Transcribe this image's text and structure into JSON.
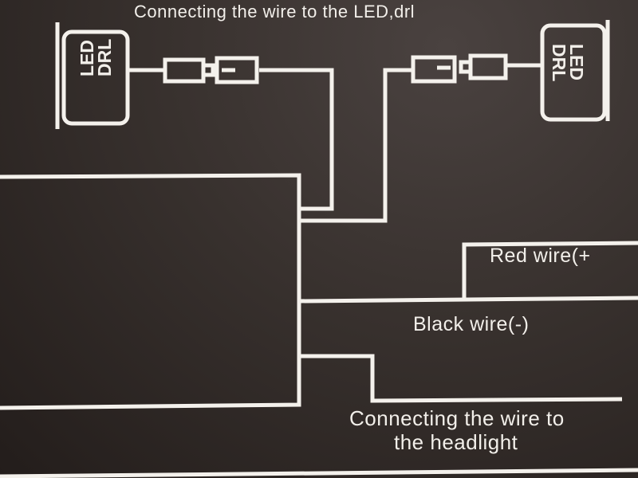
{
  "diagram": {
    "title": "Connecting the wire to the LED,drl",
    "left_lamp": {
      "line1": "LED",
      "line2": "DRL"
    },
    "right_lamp": {
      "line1": "LED",
      "line2": "DRL"
    },
    "red_wire_label": "Red wire(+",
    "black_wire_label": "Black wire(-)",
    "headlight_label_line1": "Connecting the wire to",
    "headlight_label_line2": "the headlight",
    "colors": {
      "background": "#2e2825",
      "line": "#f4f1ec"
    }
  }
}
